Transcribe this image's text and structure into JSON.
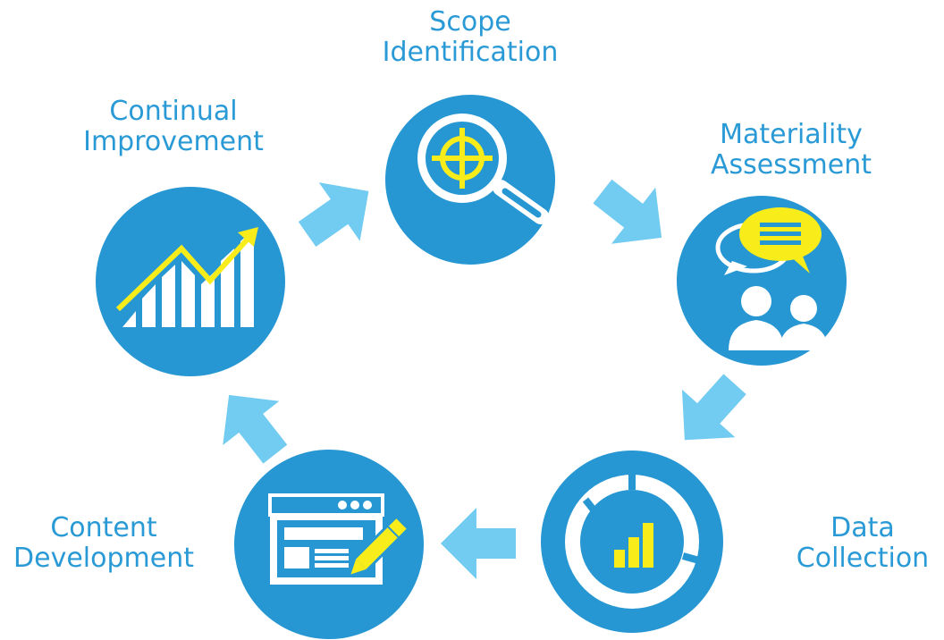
{
  "colors": {
    "circle": "#2697d3",
    "arrow": "#72cbf0",
    "label": "#2a9ad6",
    "accent": "#f8ec1b",
    "white": "#ffffff"
  },
  "steps": [
    {
      "id": "scope",
      "line1": "Scope",
      "line2": "Identification",
      "icon": "magnifier-target-icon"
    },
    {
      "id": "materiality",
      "line1": "Materiality",
      "line2": "Assessment",
      "icon": "people-speech-bubbles-icon"
    },
    {
      "id": "data",
      "line1": "Data",
      "line2": "Collection",
      "icon": "donut-bar-chart-icon"
    },
    {
      "id": "content",
      "line1": "Content",
      "line2": "Development",
      "icon": "browser-pencil-icon"
    },
    {
      "id": "continual",
      "line1": "Continual",
      "line2": "Improvement",
      "icon": "rising-bars-trend-icon"
    }
  ]
}
